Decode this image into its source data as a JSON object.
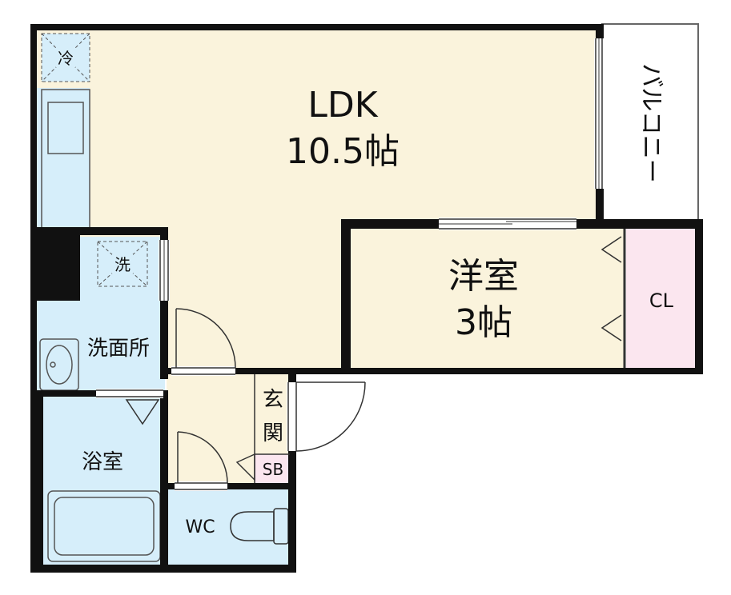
{
  "rooms": {
    "ldk": {
      "name": "LDK",
      "size": "10.5帖"
    },
    "western": {
      "name": "洋室",
      "size": "3帖"
    },
    "balcony": {
      "name": "バルコニー"
    },
    "closet": {
      "name": "CL"
    },
    "washroom": {
      "name": "洗面所"
    },
    "bath": {
      "name": "浴室"
    },
    "entrance": {
      "name": "玄関"
    },
    "shoebox": {
      "name": "SB"
    },
    "toilet": {
      "name": "WC"
    }
  },
  "fixtures": {
    "fridge": {
      "label": "冷"
    },
    "washer": {
      "label": "洗"
    }
  },
  "colors": {
    "floor": "#faf3dc",
    "wet_area": "#d6eefa",
    "closet": "#fbe6ef",
    "wall": "#111111"
  }
}
